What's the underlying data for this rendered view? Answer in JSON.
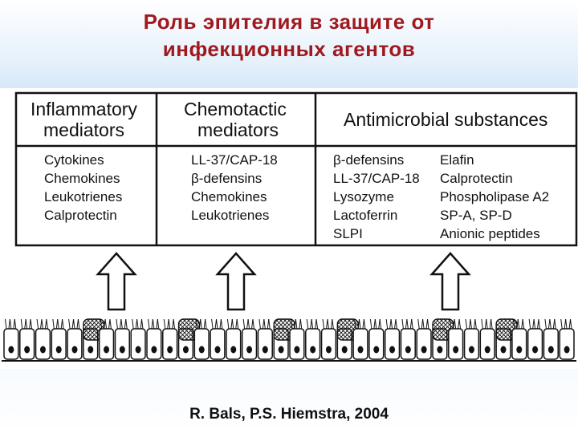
{
  "title": {
    "line1": "Роль эпителия в защите от",
    "line2": "инфекционных агентов"
  },
  "table": {
    "columns": [
      {
        "header": [
          "Inflammatory",
          "mediators"
        ],
        "items": [
          "Cytokines",
          "Chemokines",
          "Leukotrienes",
          "Calprotectin"
        ]
      },
      {
        "header": [
          "Chemotactic",
          "mediators"
        ],
        "items": [
          "LL-37/CAP-18",
          "β-defensins",
          "Chemokines",
          "Leukotrienes"
        ]
      },
      {
        "header": [
          "Antimicrobial substances"
        ],
        "items_left": [
          "β-defensins",
          "LL-37/CAP-18",
          "Lysozyme",
          "Lactoferrin",
          "SLPI"
        ],
        "items_right": [
          "Elafin",
          "Calprotectin",
          "Phospholipase A2",
          "SP-A, SP-D",
          "Anionic peptides"
        ]
      }
    ]
  },
  "citation": "R. Bals, P.S. Hiemstra, 2004",
  "colors": {
    "title": "#a0191e",
    "citation": "#101010"
  }
}
